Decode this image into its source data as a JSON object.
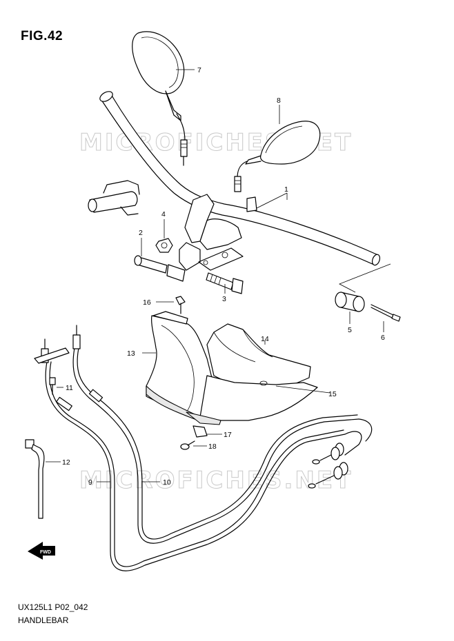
{
  "figure": {
    "title": "FIG.42",
    "code": "UX125L1 P02_042",
    "name": "HANDLEBAR",
    "watermark": "MICROFICHES.NET",
    "direction_badge": "FWD"
  },
  "parts": [
    {
      "id": "1",
      "label": "1"
    },
    {
      "id": "2",
      "label": "2"
    },
    {
      "id": "3",
      "label": "3"
    },
    {
      "id": "4",
      "label": "4"
    },
    {
      "id": "5",
      "label": "5"
    },
    {
      "id": "6",
      "label": "6"
    },
    {
      "id": "7",
      "label": "7"
    },
    {
      "id": "8",
      "label": "8"
    },
    {
      "id": "9",
      "label": "9"
    },
    {
      "id": "10",
      "label": "10"
    },
    {
      "id": "11",
      "label": "11"
    },
    {
      "id": "12",
      "label": "12"
    },
    {
      "id": "13",
      "label": "13"
    },
    {
      "id": "14",
      "label": "14"
    },
    {
      "id": "15",
      "label": "15"
    },
    {
      "id": "16",
      "label": "16"
    },
    {
      "id": "17",
      "label": "17"
    },
    {
      "id": "18",
      "label": "18"
    }
  ],
  "colors": {
    "ink": "#000000",
    "watermark": "#c9c9c9",
    "background": "#ffffff"
  }
}
